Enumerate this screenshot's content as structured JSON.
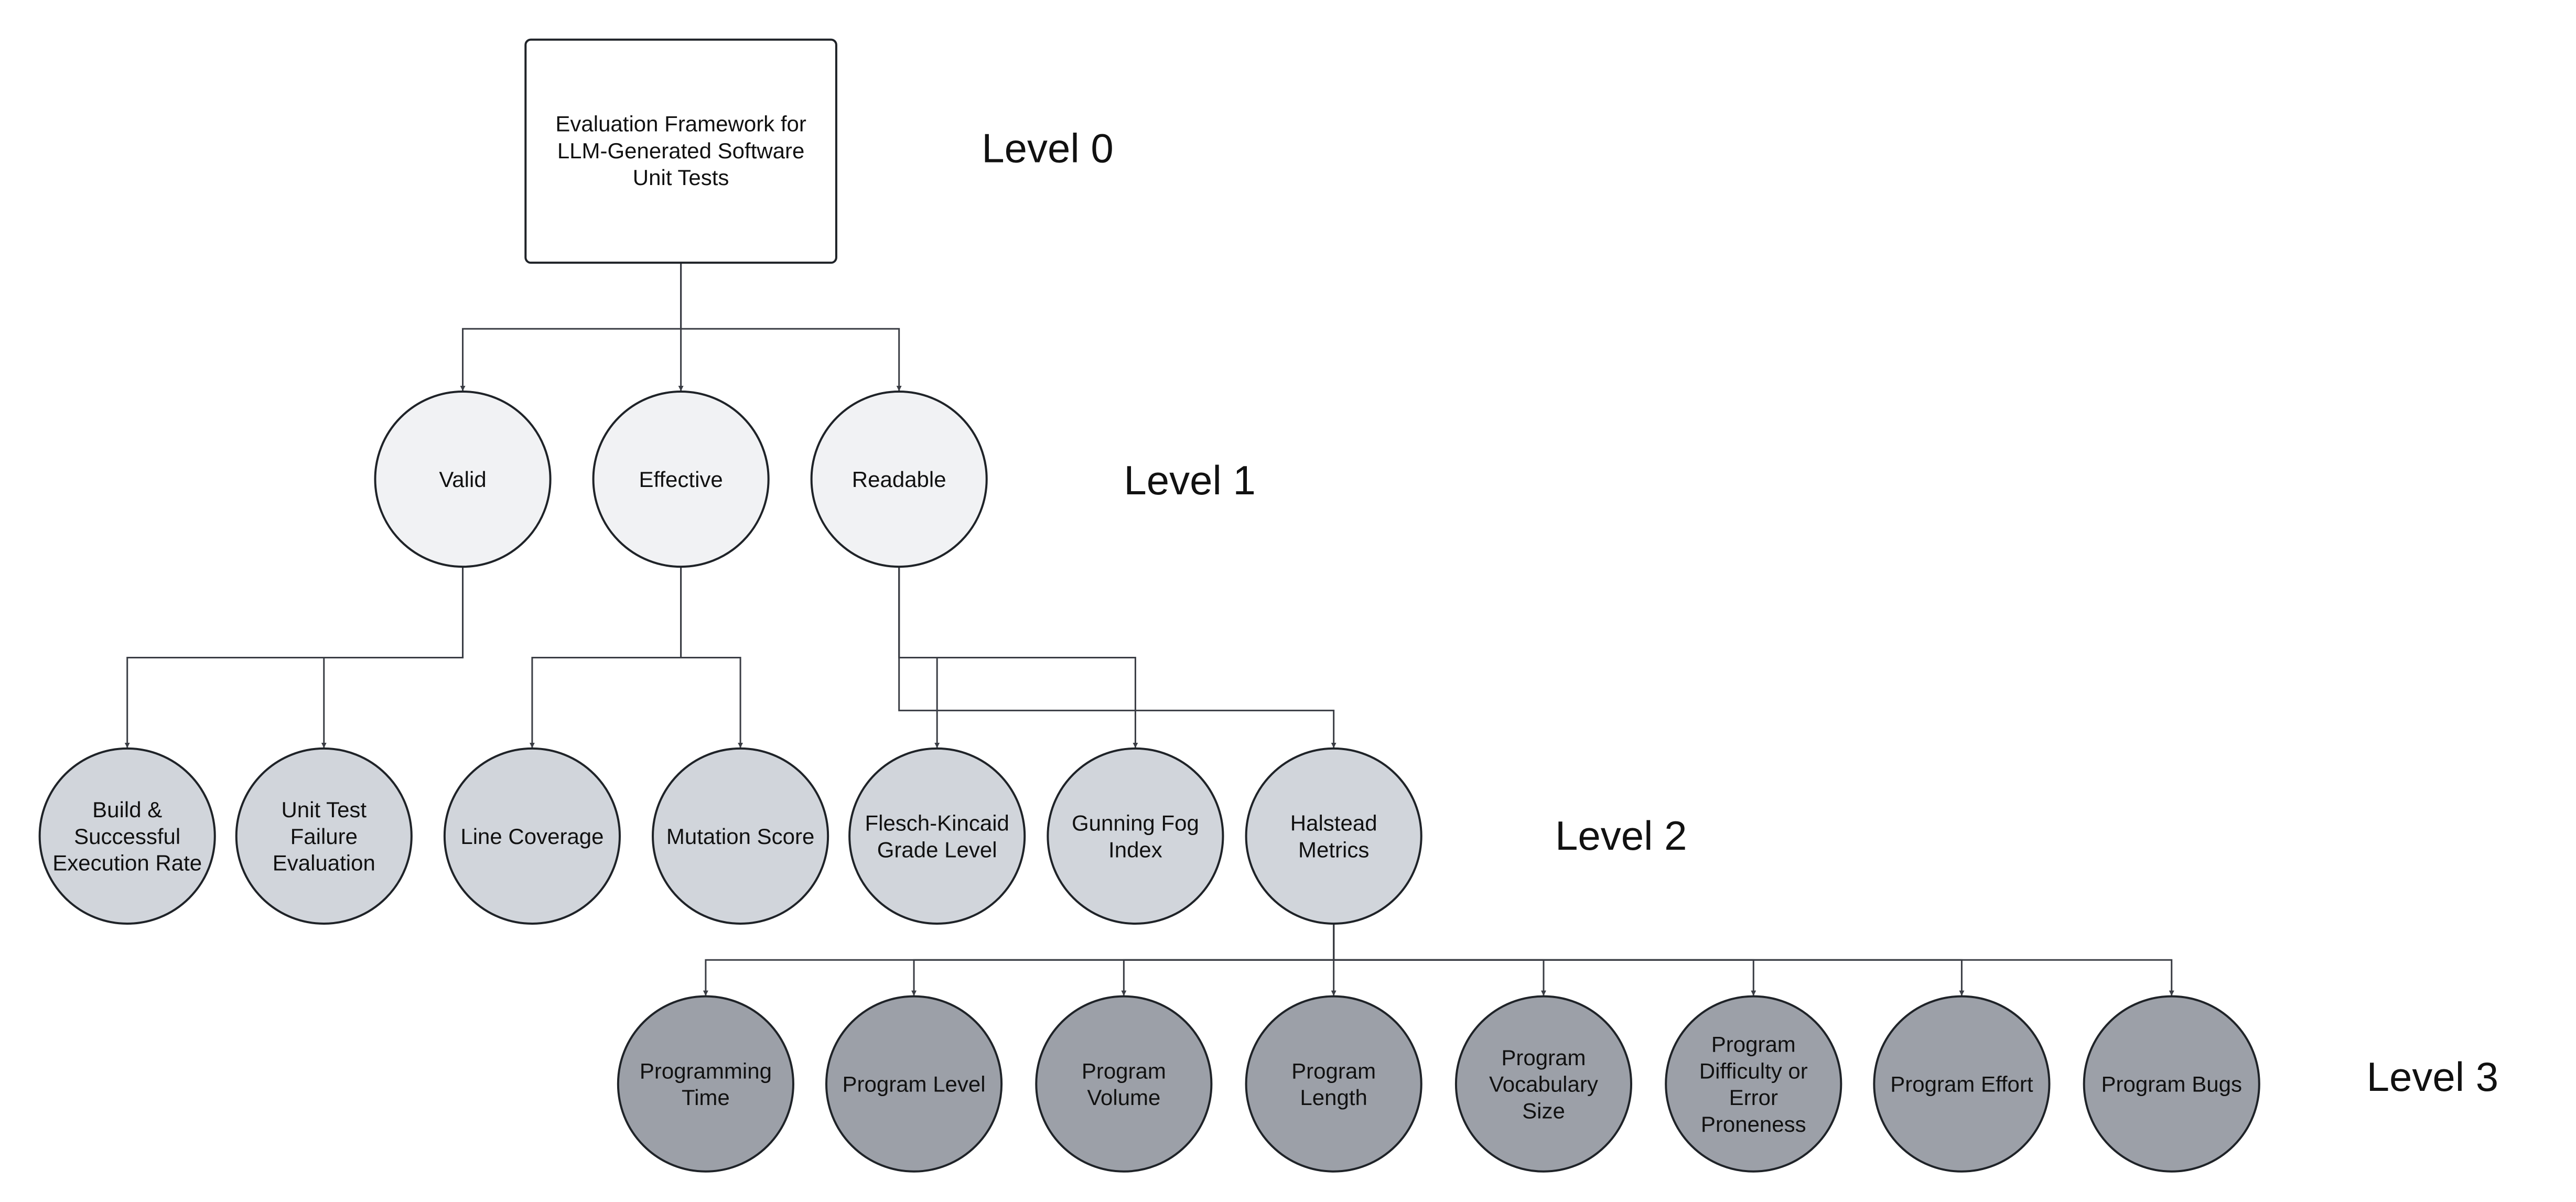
{
  "colors": {
    "background": "#ffffff",
    "root_fill": "#ffffff",
    "level1_fill": "#f1f2f4",
    "level2_fill": "#d1d5db",
    "level3_fill": "#9ca0a8",
    "stroke": "#1f2328",
    "edge": "#3a3d44"
  },
  "root": {
    "id": "root",
    "lines": [
      "Evaluation Framework for",
      "LLM-Generated Software",
      "Unit Tests"
    ]
  },
  "levels": [
    "Level 0",
    "Level 1",
    "Level 2",
    "Level 3"
  ],
  "level1": [
    {
      "id": "valid",
      "lines": [
        "Valid"
      ]
    },
    {
      "id": "effective",
      "lines": [
        "Effective"
      ]
    },
    {
      "id": "readable",
      "lines": [
        "Readable"
      ]
    }
  ],
  "level2": [
    {
      "id": "build",
      "parent": "valid",
      "lines": [
        "Build &",
        "Successful",
        "Execution Rate"
      ]
    },
    {
      "id": "unit-test-failure",
      "parent": "valid",
      "lines": [
        "Unit Test",
        "Failure",
        "Evaluation"
      ]
    },
    {
      "id": "line-coverage",
      "parent": "effective",
      "lines": [
        "Line Coverage"
      ]
    },
    {
      "id": "mutation-score",
      "parent": "effective",
      "lines": [
        "Mutation Score"
      ]
    },
    {
      "id": "flesch-kincaid",
      "parent": "readable",
      "lines": [
        "Flesch-Kincaid",
        "Grade Level"
      ]
    },
    {
      "id": "gunning-fog",
      "parent": "readable",
      "lines": [
        "Gunning Fog",
        "Index"
      ]
    },
    {
      "id": "halstead",
      "parent": "readable",
      "lines": [
        "Halstead",
        "Metrics"
      ]
    }
  ],
  "level3": [
    {
      "id": "programming-time",
      "parent": "halstead",
      "lines": [
        "Programming",
        "Time"
      ]
    },
    {
      "id": "program-level",
      "parent": "halstead",
      "lines": [
        "Program Level"
      ]
    },
    {
      "id": "program-volume",
      "parent": "halstead",
      "lines": [
        "Program",
        "Volume"
      ]
    },
    {
      "id": "program-length",
      "parent": "halstead",
      "lines": [
        "Program",
        "Length"
      ]
    },
    {
      "id": "program-vocabulary-size",
      "parent": "halstead",
      "lines": [
        "Program",
        "Vocabulary",
        "Size"
      ]
    },
    {
      "id": "program-difficulty",
      "parent": "halstead",
      "lines": [
        "Program",
        "Difficulty or",
        "Error",
        "Proneness"
      ]
    },
    {
      "id": "program-effort",
      "parent": "halstead",
      "lines": [
        "Program Effort"
      ]
    },
    {
      "id": "program-bugs",
      "parent": "halstead",
      "lines": [
        "Program Bugs"
      ]
    }
  ]
}
